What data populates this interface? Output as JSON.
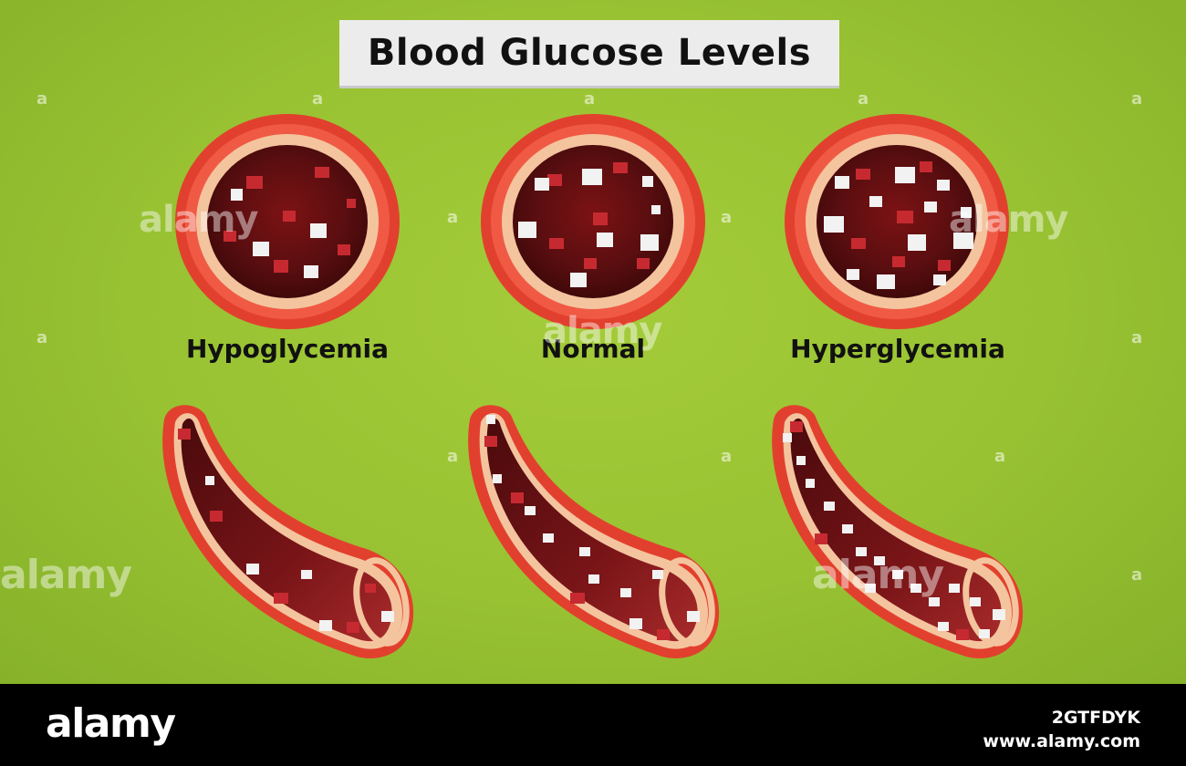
{
  "title": "Blood Glucose Levels",
  "labels": {
    "hypoglycemia": "Hypoglycemia",
    "normal": "Normal",
    "hyperglycemia": "Hyperglycemia"
  },
  "watermark": {
    "brand": "alamy",
    "mark": "a"
  },
  "footer": {
    "logo": "alamy",
    "image_id": "2GTFDYK",
    "site": "www.alamy.com"
  },
  "colors": {
    "background": "#9cc636",
    "vessel_outer": "#e2402e",
    "vessel_wall": "#f4c49e",
    "blood_dark": "#4a0d0f",
    "blood_mid": "#8a1a1d",
    "glucose": "#f2f2f2"
  }
}
